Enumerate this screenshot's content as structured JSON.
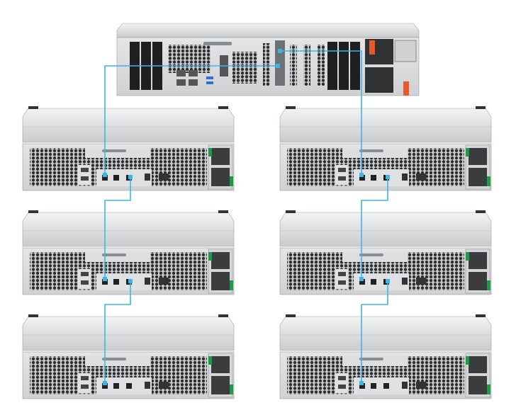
{
  "diagram": {
    "cable_color": "#3cb6e8",
    "chassis_color": "#d9dbdc",
    "nas_handle_color": "#e8582a",
    "expansion_handle_color": "#1f9a4a",
    "expansion_units": [
      {
        "chain": "left",
        "position": 1
      },
      {
        "chain": "left",
        "position": 2
      },
      {
        "chain": "left",
        "position": 3
      },
      {
        "chain": "right",
        "position": 1
      },
      {
        "chain": "right",
        "position": 2
      },
      {
        "chain": "right",
        "position": 3
      }
    ]
  }
}
